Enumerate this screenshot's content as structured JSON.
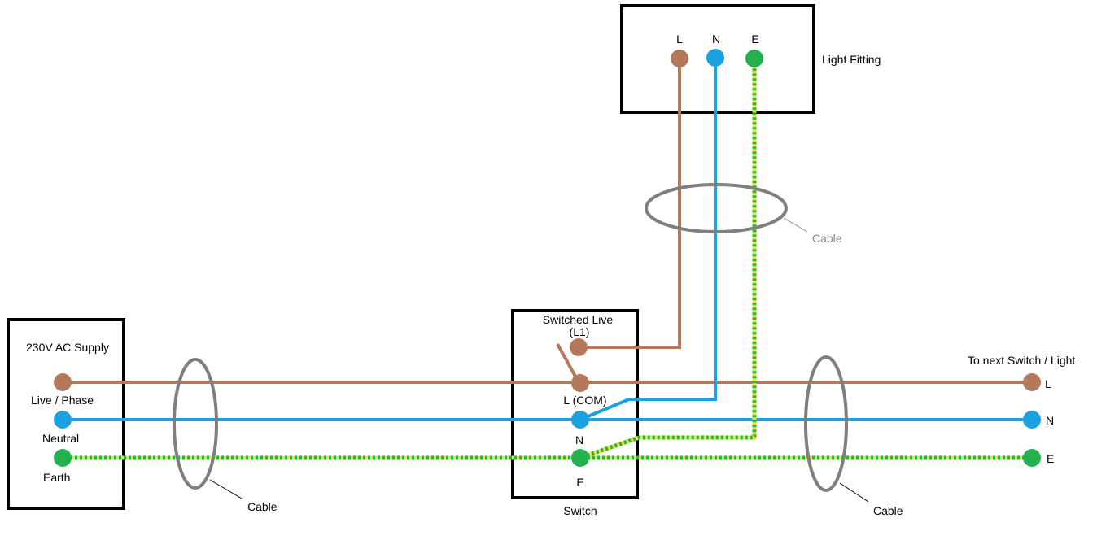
{
  "supply": {
    "title": "230V AC Supply",
    "live_label": "Live / Phase",
    "neutral_label": "Neutral",
    "earth_label": "Earth"
  },
  "switch": {
    "title": "Switch",
    "switched_live_line1": "Switched Live",
    "switched_live_line2": "(L1)",
    "com_label": "L (COM)",
    "n_label": "N",
    "e_label": "E"
  },
  "light": {
    "title": "Light Fitting",
    "l_label": "L",
    "n_label": "N",
    "e_label": "E"
  },
  "next": {
    "title": "To next Switch / Light",
    "l_label": "L",
    "n_label": "N",
    "e_label": "E"
  },
  "cables": {
    "left_label": "Cable",
    "right_label": "Cable",
    "top_label": "Cable"
  },
  "colors": {
    "live": "#b5795a",
    "neutral": "#1ba1e2",
    "earth_green": "#23b14d",
    "earth_yellow": "#f2e52b",
    "cable_ring": "#7f7f7f",
    "box": "#000000"
  }
}
